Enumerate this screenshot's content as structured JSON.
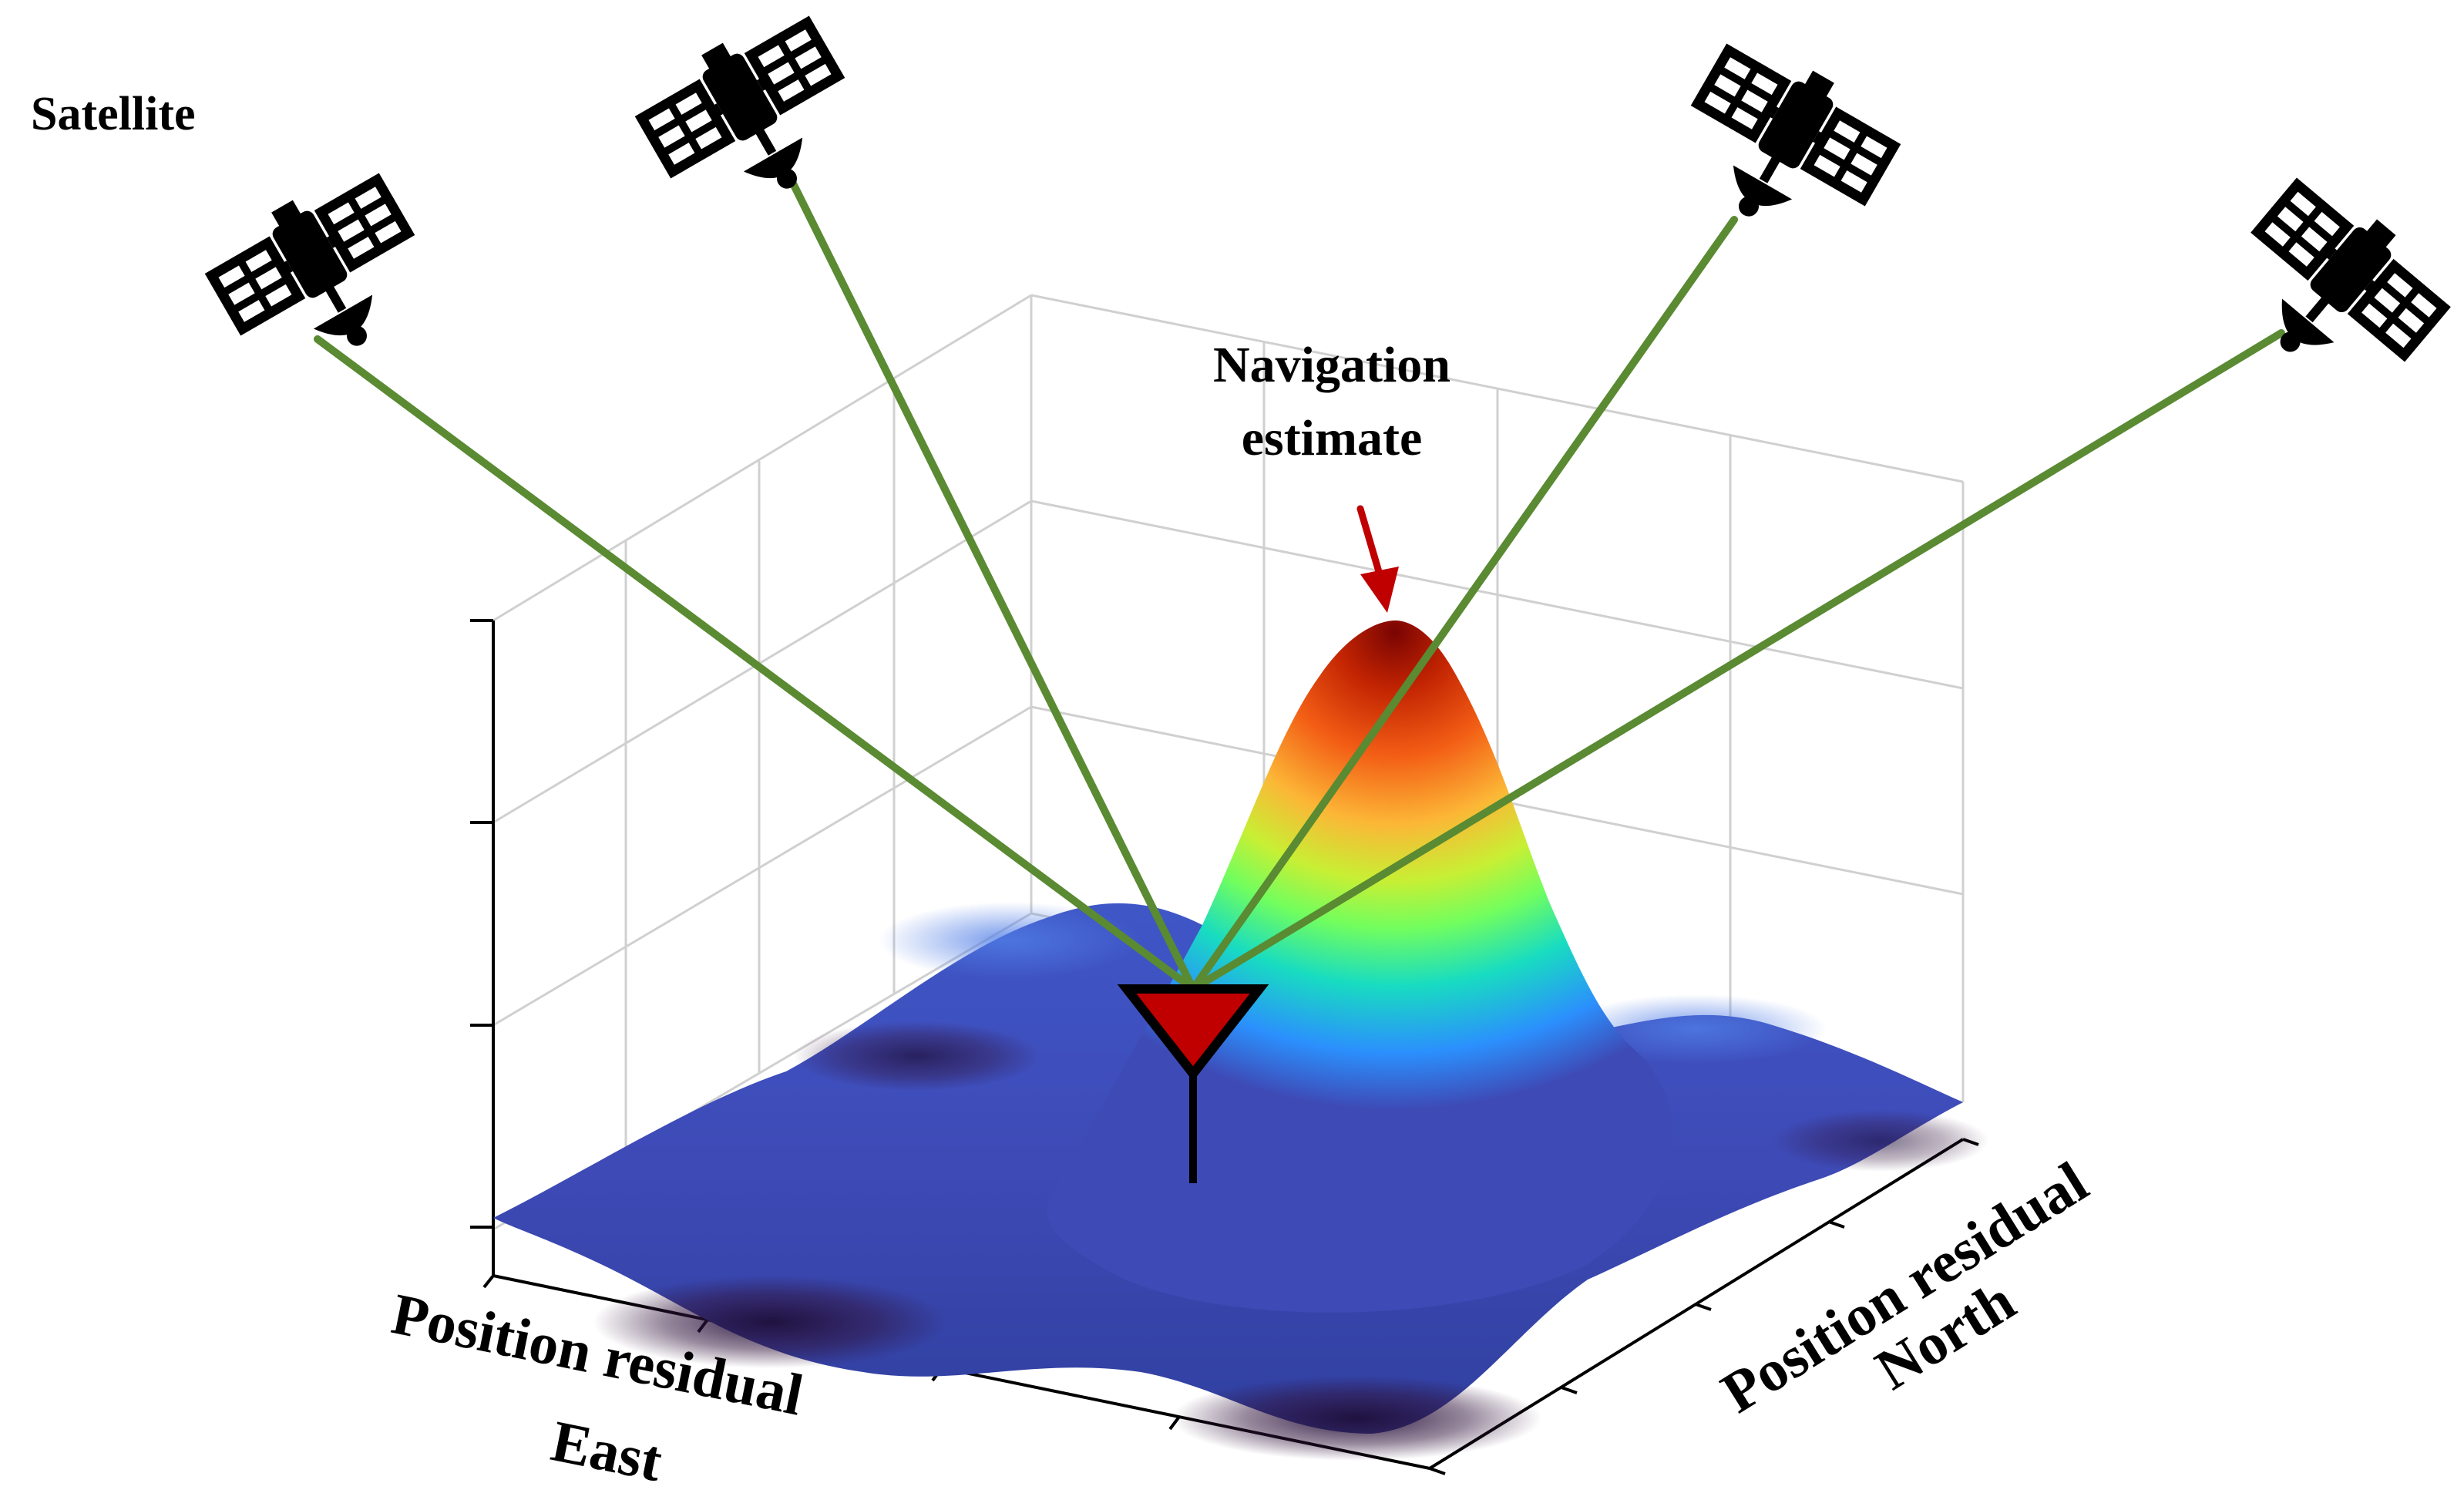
{
  "labels": {
    "satellite": "Satellite",
    "nav_line1": "Navigation",
    "nav_line2": "estimate",
    "axis_east_line1": "Position residual",
    "axis_east_line2": "East",
    "axis_north_line1": "Position residual",
    "axis_north_line2": "North"
  },
  "icons": {
    "satellite": "satellite-icon",
    "receiver": "antenna-receiver-icon",
    "pointer": "red-arrow-icon"
  },
  "colors": {
    "link_line": "#5a8a32",
    "receiver_fill": "#c00000",
    "pointer": "#c00000",
    "grid": "#d0d0d0",
    "axis": "#000000",
    "colormap": [
      "#30123b",
      "#3e4ab6",
      "#2b90fd",
      "#18dcc1",
      "#72fe5e",
      "#c8ef34",
      "#fcb636",
      "#f35e15",
      "#c22402",
      "#7a0403"
    ]
  }
}
